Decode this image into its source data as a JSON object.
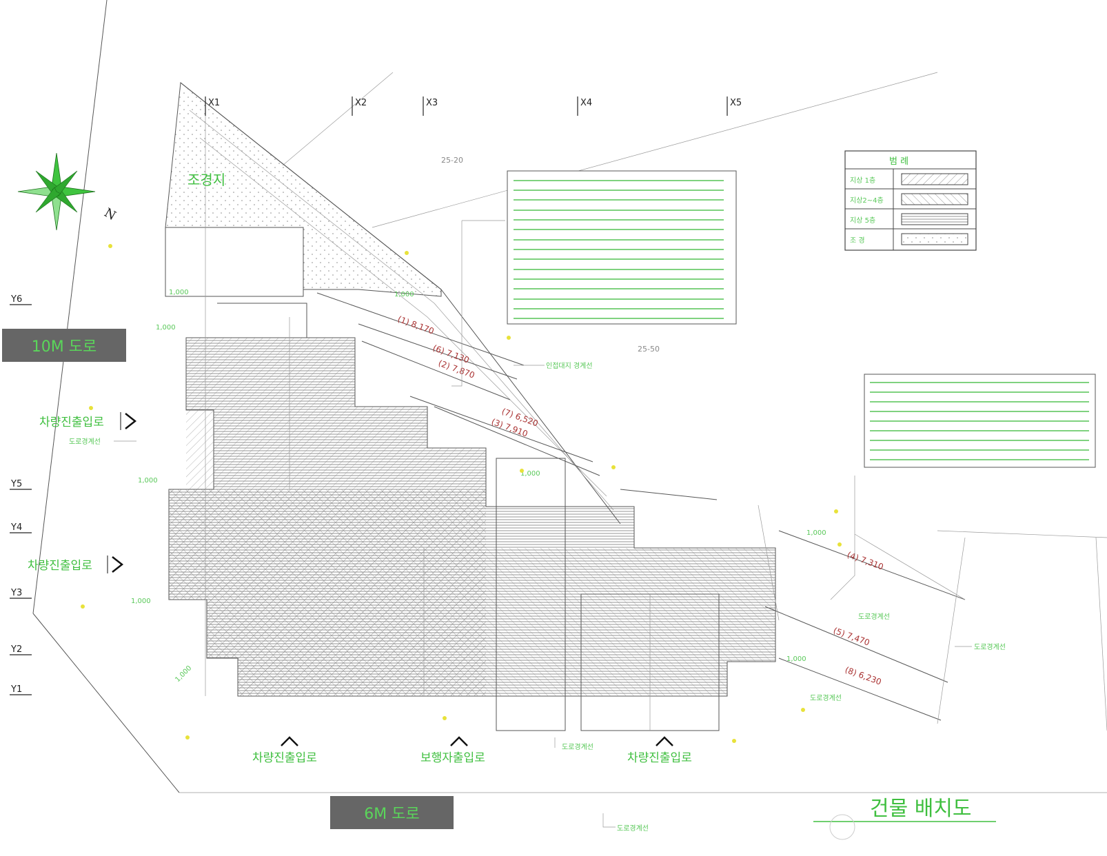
{
  "title": "건물 배치도",
  "grid": {
    "x": [
      "X1",
      "X2",
      "X3",
      "X4",
      "X5"
    ],
    "y": [
      "Y6",
      "Y5",
      "Y4",
      "Y3",
      "Y2",
      "Y1"
    ]
  },
  "roads": {
    "west": "10M 도로",
    "south": "6M 도로"
  },
  "labels": {
    "landscape": "조경지",
    "north": "N",
    "boundary_line": "인접대지 경계선",
    "road_boundary": "도로경계선",
    "road_boundary_2": "도로경계선",
    "road_boundary_3": "도로경계선",
    "road_boundary_4": "도로경계선",
    "road_boundary_5": "도로경계선",
    "road_boundary_6": "도로경계선",
    "lot_a": "25-20",
    "lot_b": "25-50"
  },
  "entrances": {
    "vehicle_w1": "차량진출입로",
    "vehicle_w2": "차량진출입로",
    "vehicle_s1": "차량진출입로",
    "pedestrian_s": "보행자출입로",
    "vehicle_s2": "차량진출입로"
  },
  "legend": {
    "title": "범 례",
    "rows": [
      "지상 1층",
      "지상2~4층",
      "지상 5층",
      "조 경"
    ]
  },
  "height_markers": [
    {
      "id": "(1)",
      "value": "8,170"
    },
    {
      "id": "(6)",
      "value": "7,130"
    },
    {
      "id": "(2)",
      "value": "7,870"
    },
    {
      "id": "(7)",
      "value": "6,520"
    },
    {
      "id": "(3)",
      "value": "7,910"
    },
    {
      "id": "(4)",
      "value": "7,310"
    },
    {
      "id": "(5)",
      "value": "7,470"
    },
    {
      "id": "(8)",
      "value": "6,230"
    }
  ],
  "dims": {
    "d1": "1,000",
    "d2": "1,000",
    "d3": "1,000",
    "d4": "1,000",
    "d5": "1,000",
    "d6": "1,000",
    "d7": "1,000",
    "d8": "1,000",
    "d9": "1,000"
  }
}
